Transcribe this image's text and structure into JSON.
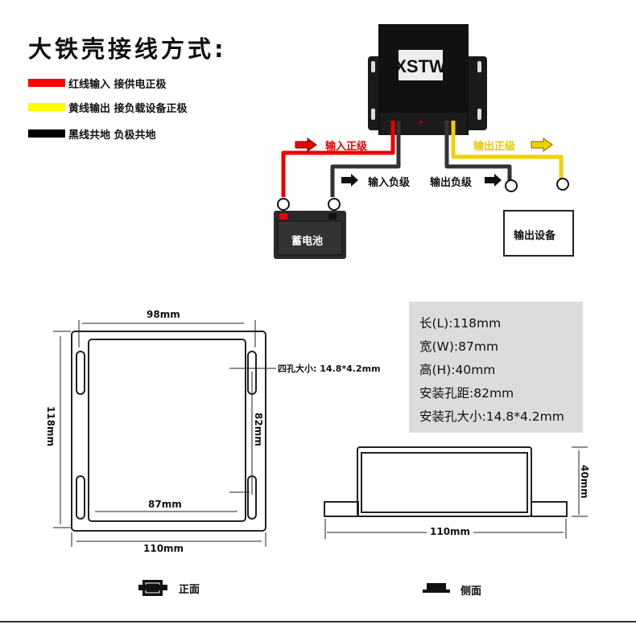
{
  "title": "大铁壳接线方式:",
  "legend": [
    {
      "color": "#ff0000",
      "text": "红线输入 接供电正极"
    },
    {
      "color": "#ffff00",
      "text": "黄线输出 接负载设备正极"
    },
    {
      "color": "#000000",
      "text": "黑线共地 负极共地"
    }
  ],
  "wiring": {
    "input_positive": "输入正级",
    "output_positive": "输出正级",
    "input_negative": "输入负级",
    "output_negative": "输出负级",
    "battery": "蓄电池",
    "output_device": "输出设备",
    "plus": "+",
    "minus": "−",
    "brand_logo": "XSTW"
  },
  "front_view": {
    "width_top": "98mm",
    "length": "118mm",
    "hole_spacing": "82mm",
    "inner_width": "87mm",
    "width_bottom": "110mm",
    "hole_label": "四孔大小: 14.8*4.2mm",
    "caption": "正面"
  },
  "specs": [
    "长(L):118mm",
    "宽(W):87mm",
    "高(H):40mm",
    "安装孔距:82mm",
    "安装孔大小:14.8*4.2mm"
  ],
  "side_view": {
    "height": "40mm",
    "width": "110mm",
    "caption": "侧面"
  },
  "colors": {
    "red": "#ff0000",
    "yellow": "#f2d000",
    "black": "#222222",
    "spec_bg": "#dcdcdc"
  }
}
